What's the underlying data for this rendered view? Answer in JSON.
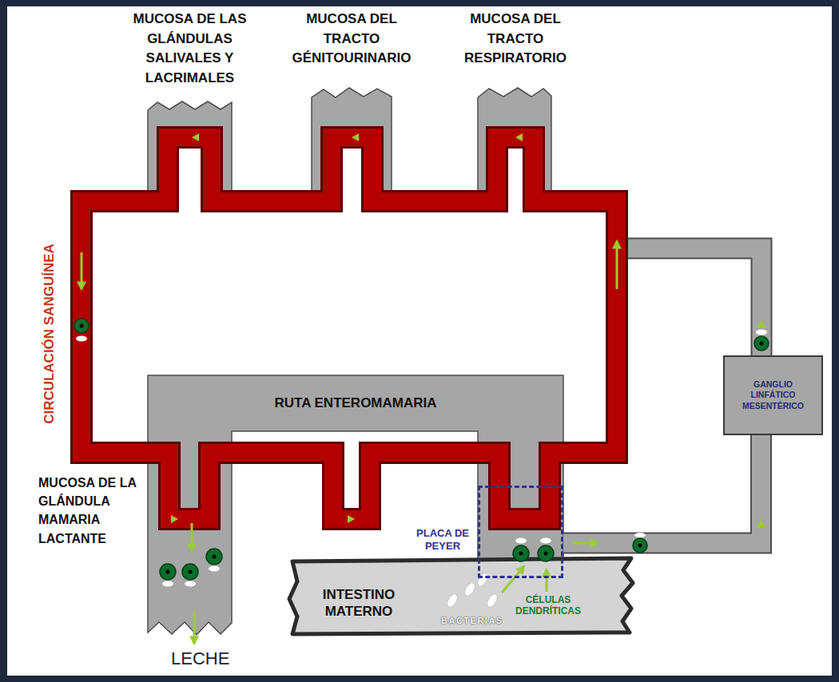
{
  "diagram": {
    "nodes": [
      {
        "text": [
          "MUCOSA DE LAS GLÁNDULAS SALIVALES Y LACRIMALES"
        ]
      },
      {
        "text": [
          "MUCOSA DEL TRACTO GÉNITOURINARIO"
        ]
      },
      {
        "text": [
          "MUCOSA DEL TRACTO RESPIRATORIO"
        ]
      },
      {
        "text": [
          "GANGLIO LINFÁTICO MESENTÉRICO"
        ]
      },
      {
        "text": [
          "RUTA ENTEROMAMARIA"
        ]
      },
      {
        "text": [
          "MUCOSA DE LA GLÁNDULA MAMARIA LACTANTE"
        ]
      },
      {
        "text": [
          "PLACA DE PEYER"
        ]
      },
      {
        "text": [
          "INTESTINO MATERNO"
        ]
      }
    ],
    "edges": [
      {
        "from": 6,
        "to": 3,
        "arrow": "to"
      }
    ],
    "labels": [
      "CIRCULACIÓN SANGUÍNEA",
      "BACTERIAS",
      "CÉLULAS DENDRÍTICAS",
      "LECHE"
    ]
  }
}
